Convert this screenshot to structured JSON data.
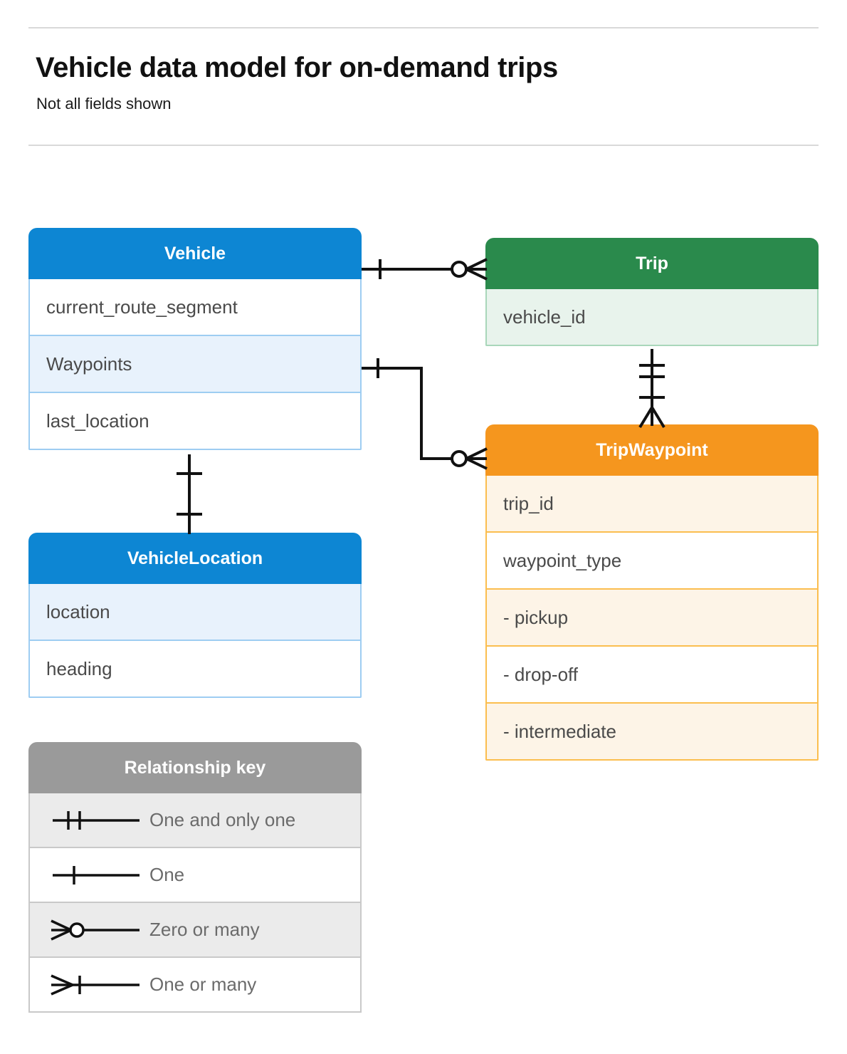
{
  "header": {
    "title": "Vehicle data model for on-demand trips",
    "subtitle": "Not all fields shown"
  },
  "entities": [
    {
      "id": "vehicle",
      "name": "Vehicle",
      "color": "#0d86d3",
      "row_border": "#9ecdf2",
      "row_alt_bg": "#e8f2fc",
      "fields": [
        {
          "label": "current_route_segment",
          "highlighted": false
        },
        {
          "label": "Waypoints",
          "highlighted": true
        },
        {
          "label": "last_location",
          "highlighted": false
        }
      ]
    },
    {
      "id": "trip",
      "name": "Trip",
      "color": "#2a8a4c",
      "row_border": "#a9d7ba",
      "row_alt_bg": "#e8f3ec",
      "fields": [
        {
          "label": "vehicle_id",
          "highlighted": true
        }
      ]
    },
    {
      "id": "tripwaypoint",
      "name": "TripWaypoint",
      "color": "#f5961e",
      "row_border": "#fbbe4f",
      "row_alt_bg": "#fdf4e7",
      "fields": [
        {
          "label": "trip_id",
          "highlighted": true
        },
        {
          "label": "waypoint_type",
          "highlighted": false
        },
        {
          "label": "-  pickup",
          "highlighted": true
        },
        {
          "label": "-  drop-off",
          "highlighted": false
        },
        {
          "label": "-  intermediate",
          "highlighted": true
        }
      ]
    },
    {
      "id": "vehiclelocation",
      "name": "VehicleLocation",
      "color": "#0d86d3",
      "row_border": "#9ecdf2",
      "row_alt_bg": "#e8f2fc",
      "fields": [
        {
          "label": "location",
          "highlighted": true
        },
        {
          "label": "heading",
          "highlighted": false
        }
      ]
    }
  ],
  "legend": {
    "title": "Relationship key",
    "color": "#9a9a9a",
    "rows": [
      {
        "symbol": "one-and-only-one",
        "label": "One and only one"
      },
      {
        "symbol": "one",
        "label": "One"
      },
      {
        "symbol": "zero-or-many",
        "label": "Zero or many"
      },
      {
        "symbol": "one-or-many",
        "label": "One or many"
      }
    ]
  },
  "relationships": [
    {
      "from": "Vehicle",
      "to": "Trip",
      "from_cardinality": "One",
      "to_cardinality": "Zero or many"
    },
    {
      "from": "Vehicle.Waypoints",
      "to": "TripWaypoint",
      "from_cardinality": "One",
      "to_cardinality": "Zero or many"
    },
    {
      "from": "Trip",
      "to": "TripWaypoint",
      "from_cardinality": "One and only one",
      "to_cardinality": "One or many"
    },
    {
      "from": "Vehicle",
      "to": "VehicleLocation",
      "from_cardinality": "One",
      "to_cardinality": "One"
    }
  ]
}
